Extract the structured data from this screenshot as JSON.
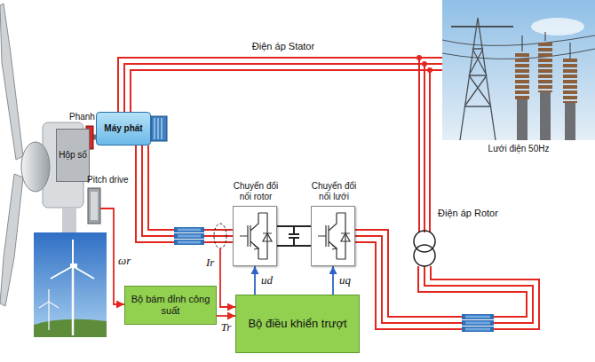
{
  "diagram": {
    "nodes": [
      {
        "text": [
          "Hộp số"
        ]
      },
      {
        "text": [
          "Máy phát"
        ]
      },
      {
        "text": [
          "Lưới điện 50Hz"
        ]
      },
      {
        "text": [
          "Chuyển đổi nối rotor"
        ]
      },
      {
        "text": [
          "Chuyển đổi nối lưới"
        ]
      },
      {
        "text": [
          "Bộ bám đỉnh công suất"
        ]
      },
      {
        "text": [
          "Bộ điều khiển trượt"
        ]
      }
    ],
    "edges": [
      {
        "from": 0,
        "to": 1,
        "arrow": "none"
      },
      {
        "from": 1,
        "to": 2,
        "arrow": "none",
        "label": "Điện áp Stator"
      },
      {
        "from": 1,
        "to": 3,
        "arrow": "none"
      },
      {
        "from": 3,
        "to": 4,
        "arrow": "none"
      },
      {
        "from": 5,
        "to": 6,
        "arrow": "to",
        "label": "Tr"
      },
      {
        "from": 6,
        "to": 3,
        "arrow": "to",
        "label": "ud"
      },
      {
        "from": 6,
        "to": 4,
        "arrow": "to",
        "label": "uq"
      }
    ],
    "labels": [
      "Phanh",
      "Pitch drive",
      "Điện áp Rotor",
      "ωr",
      "Ir"
    ]
  }
}
